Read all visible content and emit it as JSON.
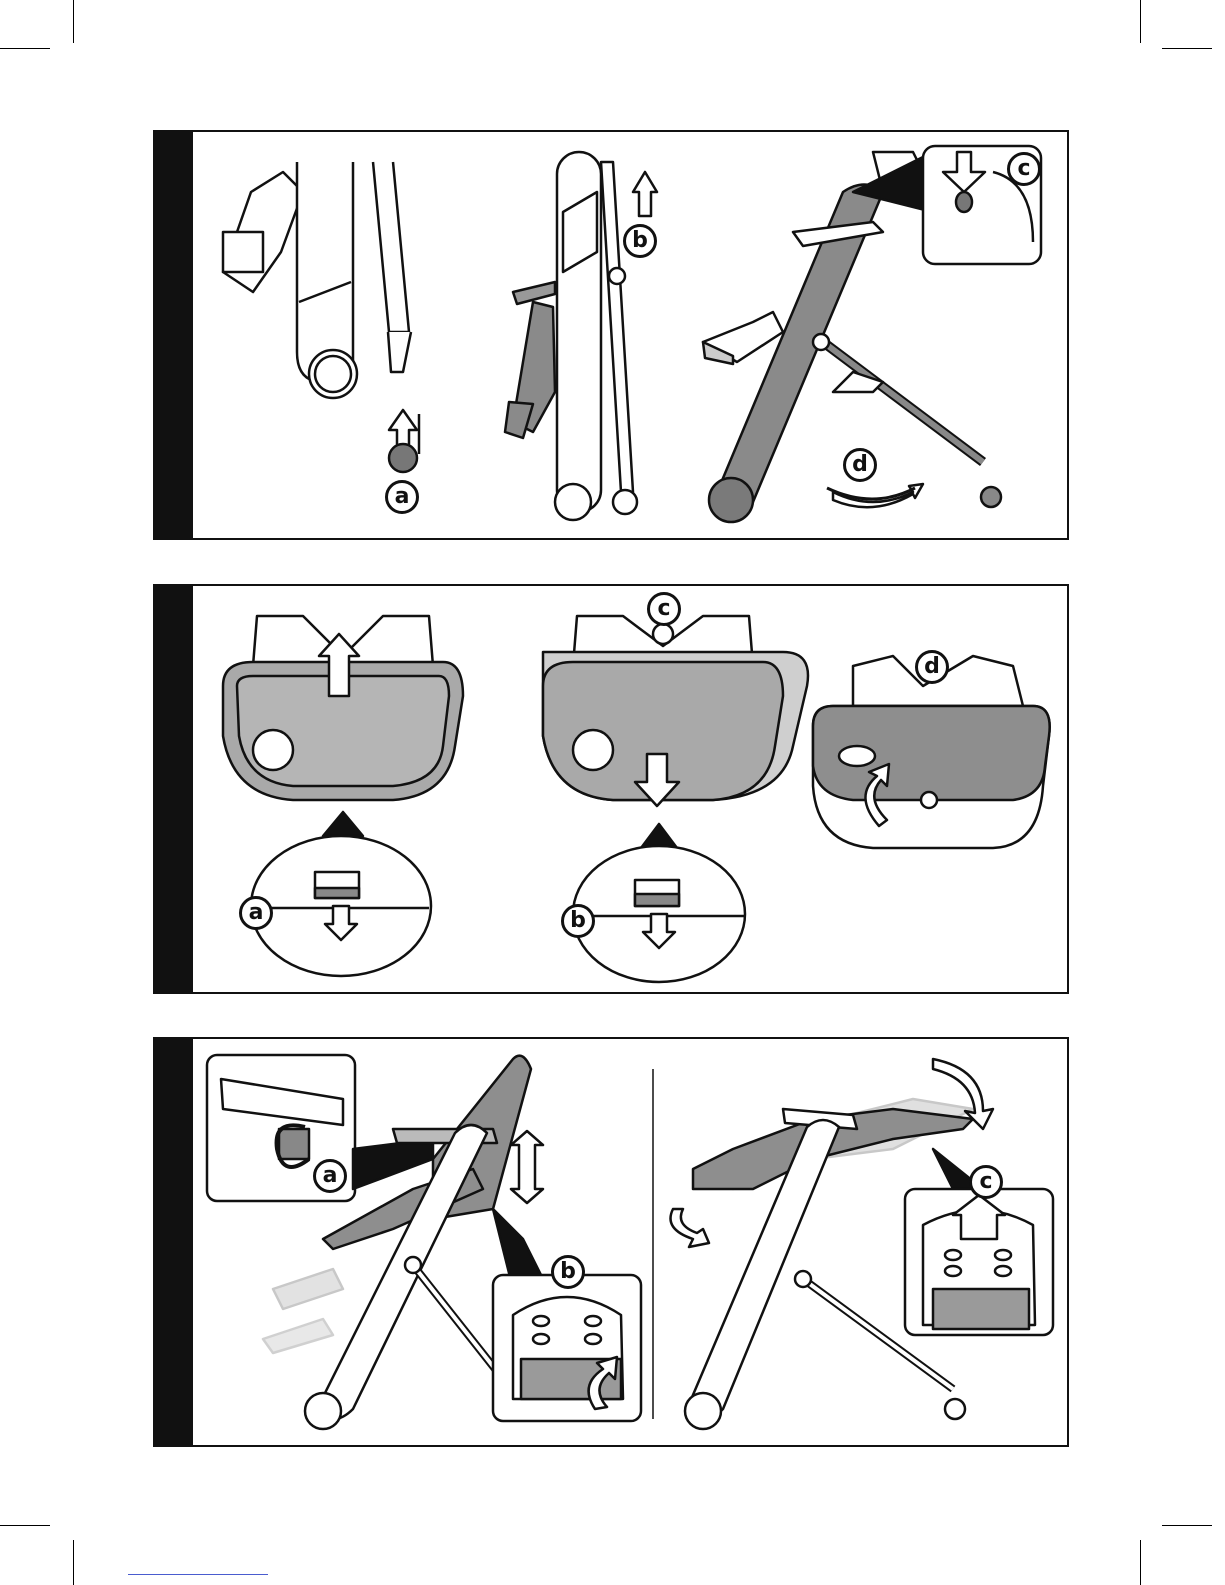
{
  "panels": [
    {
      "callouts": [
        "a",
        "b",
        "c",
        "d"
      ]
    },
    {
      "callouts": [
        "a",
        "b",
        "c",
        "d"
      ]
    },
    {
      "callouts": [
        "a",
        "b",
        "c"
      ]
    }
  ],
  "colors": {
    "ink": "#111111",
    "fill_mid": "#7f7f7f",
    "fill_light": "#b8b8b8",
    "fill_ghost": "#d8d8d8"
  }
}
